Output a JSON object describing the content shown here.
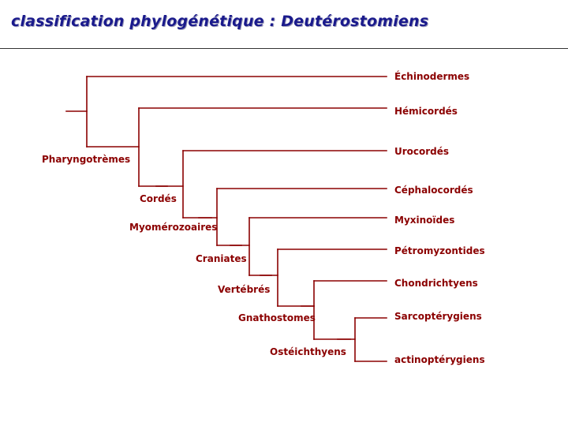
{
  "title": "classification phylogénétique : Deutérostomiens",
  "colors": {
    "title": "#1a1a8c",
    "branches": "#8b0000",
    "labels": "#8b0000"
  },
  "taxa": {
    "echinodermes": "Échinodermes",
    "hemicordes": "Hémicordés",
    "urocordes": "Urocordés",
    "cephalocordes": "Céphalocordés",
    "myxinoides": "Myxinoïdes",
    "petromyzontides": "Pétromyzontides",
    "chondrichtyens": "Chondrichtyens",
    "sarcopterygiens": "Sarcoptérygiens",
    "actinopterygiens": "actinoptérygiens"
  },
  "clades": {
    "pharyngotremes": "Pharyngotrèmes",
    "cordes": "Cordés",
    "myomerozoaires": "Myomérozoaires",
    "craniates": "Craniates",
    "vertebres": "Vertébrés",
    "gnathostomes": "Gnathostomes",
    "osteichthyens": "Ostéichthyens"
  }
}
